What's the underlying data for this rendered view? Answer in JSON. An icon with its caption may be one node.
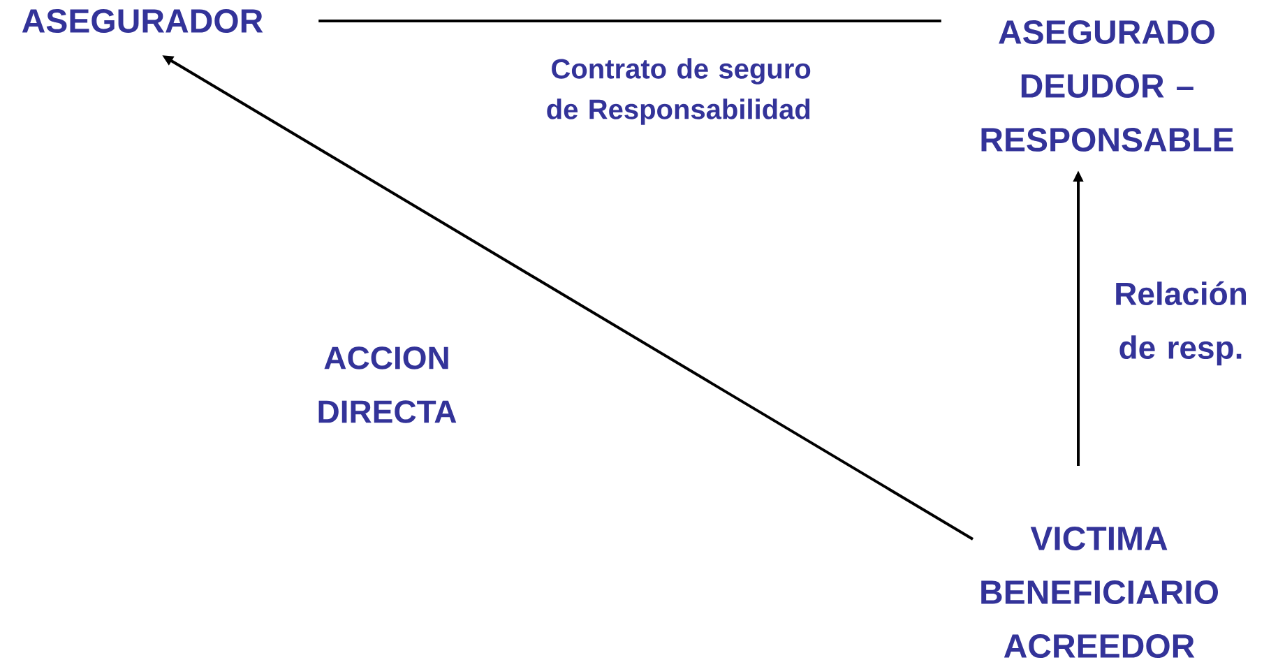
{
  "diagram": {
    "nodes": [
      {
        "text": [
          "ASEGURADOR"
        ]
      },
      {
        "text": [
          "ASEGURADO DEUDOR – RESPONSABLE"
        ]
      },
      {
        "text": [
          "VICTIMA BENEFICIARIO ACREEDOR"
        ]
      }
    ],
    "edges": [
      {
        "from": 0,
        "to": 1,
        "arrow": "none",
        "label": "Contrato de seguro de Responsabilidad"
      },
      {
        "from": 2,
        "to": 0,
        "arrow": "to",
        "label": "ACCION DIRECTA"
      },
      {
        "from": 2,
        "to": 1,
        "arrow": "to",
        "label": "Relación de resp."
      }
    ]
  }
}
